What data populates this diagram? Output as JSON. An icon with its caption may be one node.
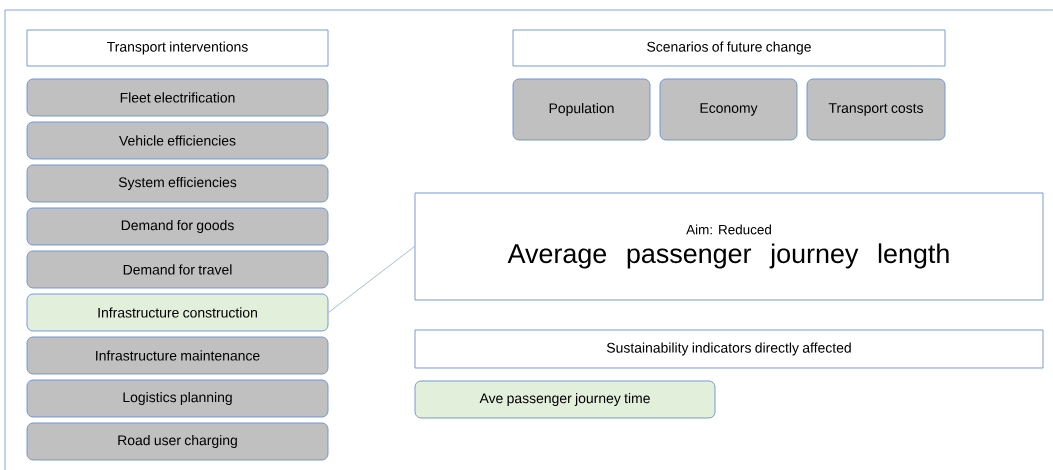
{
  "diagram": {
    "nodes": [
      {
        "text": [
          "Transport interventions"
        ]
      },
      {
        "text": [
          "Fleet electrification"
        ]
      },
      {
        "text": [
          "Vehicle efficiencies"
        ]
      },
      {
        "text": [
          "System efficiencies"
        ]
      },
      {
        "text": [
          "Demand for goods"
        ]
      },
      {
        "text": [
          "Demand for travel"
        ]
      },
      {
        "text": [
          "Infrastructure construction"
        ]
      },
      {
        "text": [
          "Infrastructure maintenance"
        ]
      },
      {
        "text": [
          "Logistics planning"
        ]
      },
      {
        "text": [
          "Road user charging"
        ]
      },
      {
        "text": [
          "Scenarios of future change"
        ]
      },
      {
        "text": [
          "Population"
        ]
      },
      {
        "text": [
          "Economy"
        ]
      },
      {
        "text": [
          "Transport costs"
        ]
      },
      {
        "text": [
          "Aim: Reduced",
          "Average passenger journey length"
        ]
      },
      {
        "text": [
          "Sustainability indicators directly affected"
        ]
      },
      {
        "text": [
          "Ave passenger journey time"
        ]
      }
    ],
    "edges": [
      {
        "from": 6,
        "to": 14,
        "arrow": "none",
        "color": "#8eaadb"
      }
    ]
  }
}
